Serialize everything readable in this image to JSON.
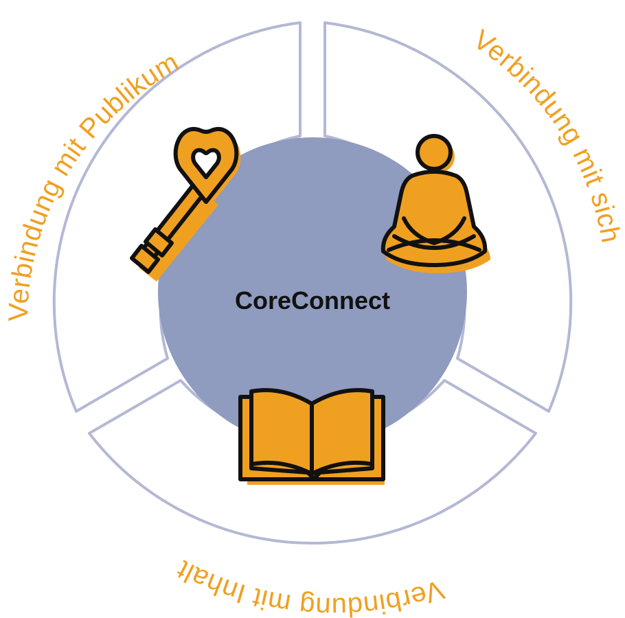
{
  "diagram": {
    "center": {
      "title": "CoreConnect"
    },
    "segments": [
      {
        "label": "Verbindung mit Publikum",
        "icon": "heart-key-icon"
      },
      {
        "label": "Verbindung mit sich",
        "icon": "meditation-figure-icon"
      },
      {
        "label": "Verbindung mit Inhalt",
        "icon": "open-book-icon"
      }
    ]
  },
  "colors": {
    "accent": "#f0a020",
    "segment_outline": "#b3b8d4",
    "center_fill": "#8f9bbf",
    "icon_stroke": "#111111",
    "text_dark": "#111111"
  }
}
